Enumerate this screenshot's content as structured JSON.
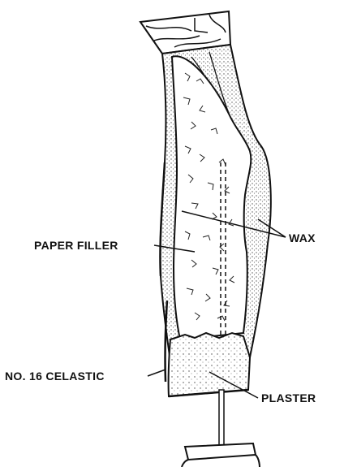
{
  "labels": {
    "paper_filler": "PAPER FILLER",
    "wax": "WAX",
    "celastic": "NO. 16 CELASTIC",
    "plaster": "PLASTER"
  },
  "colors": {
    "line": "#111111",
    "paper": "#ffffff",
    "shading": "#bdbdbd"
  }
}
